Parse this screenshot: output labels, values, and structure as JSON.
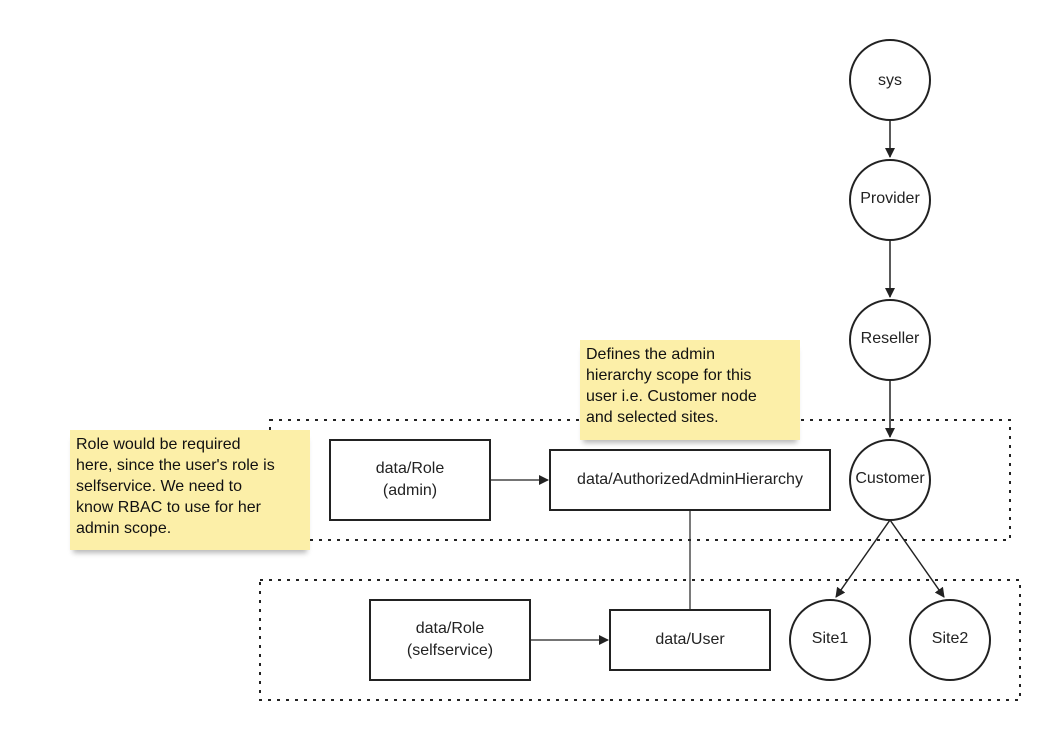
{
  "nodes": {
    "sys": "sys",
    "provider": "Provider",
    "reseller": "Reseller",
    "customer": "Customer",
    "site1": "Site1",
    "site2": "Site2"
  },
  "boxes": {
    "role_admin": [
      "data/Role",
      "(admin)"
    ],
    "authorized_admin_hierarchy": "data/AuthorizedAdminHierarchy",
    "role_selfservice": [
      "data/Role",
      "(selfservice)"
    ],
    "user": "data/User"
  },
  "notes": {
    "admin_scope": [
      "Defines the admin",
      "hierarchy scope for this",
      "user i.e. Customer node",
      "and selected sites."
    ],
    "role_required": [
      "Role would be required",
      "here, since the user's role is",
      "selfservice. We need to",
      "know RBAC to use for her",
      "admin scope."
    ]
  },
  "colors": {
    "note_fill": "#fcefa8",
    "stroke": "#222222",
    "background": "#ffffff"
  }
}
